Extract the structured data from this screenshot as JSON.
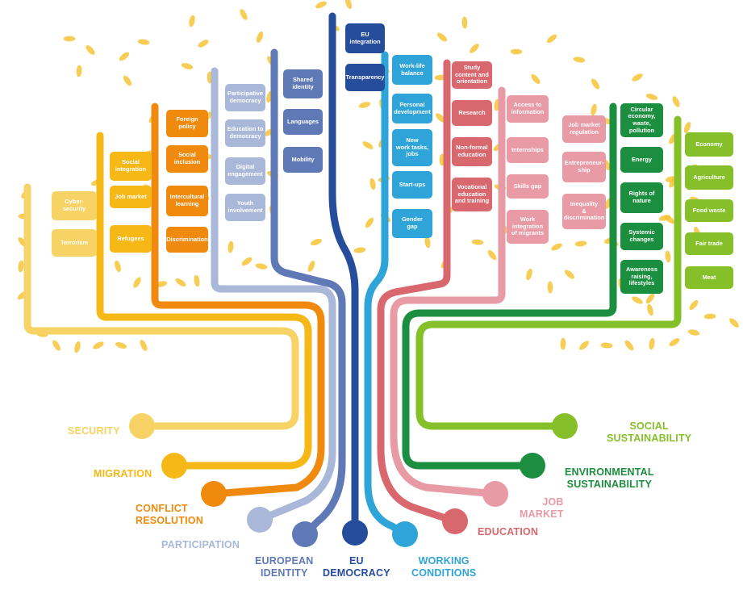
{
  "colors": {
    "security": "#f7d264",
    "migration": "#f6b816",
    "conflict_resolution": "#ef8a0f",
    "participation": "#a9b8d8",
    "european_identity": "#5f78b6",
    "eu_democracy": "#254d9c",
    "working_conditions": "#2ea4d8",
    "education": "#d9676e",
    "job_market": "#e89aa5",
    "environmental_sustainability": "#1c8e3f",
    "social_sustainability": "#85bf2a",
    "leaf": "#f6c12b"
  },
  "topics": [
    {
      "id": "security",
      "root_label": "SECURITY",
      "items": [
        "Cyber-\nsecurity",
        "Terrorism"
      ]
    },
    {
      "id": "migration",
      "root_label": "MIGRATION",
      "items": [
        "Social\nintegration",
        "Job market",
        "Refugees"
      ]
    },
    {
      "id": "conflict_resolution",
      "root_label": "CONFLICT\nRESOLUTION",
      "items": [
        "Foreign\npolicy",
        "Social\ninclusion",
        "Intercultural\nlearning",
        "Discrimination"
      ]
    },
    {
      "id": "participation",
      "root_label": "PARTICIPATION",
      "items": [
        "Participative\ndemocracy",
        "Education to\ndemocracy",
        "Digital\nengagement",
        "Youth\ninvolvement"
      ]
    },
    {
      "id": "european_identity",
      "root_label": "EUROPEAN\nIDENTITY",
      "items": [
        "Shared\nidentity",
        "Languages",
        "Mobility"
      ]
    },
    {
      "id": "eu_democracy",
      "root_label": "EU\nDEMOCRACY",
      "items": [
        "EU\nintegration",
        "Transparency"
      ]
    },
    {
      "id": "working_conditions",
      "root_label": "WORKING\nCONDITIONS",
      "items": [
        "Work-life\nbalance",
        "Personal\ndevelopment",
        "New\nwork tasks,\njobs",
        "Start-ups",
        "Gender\ngap"
      ]
    },
    {
      "id": "education",
      "root_label": "EDUCATION",
      "items": [
        "Study\ncontent  and\norientation",
        "Research",
        "Non-formal\neducation",
        "Vocational\neducation\nand training"
      ]
    },
    {
      "id": "job_market",
      "root_label": "JOB\nMARKET",
      "items": [
        "Access to\ninformation",
        "Internships",
        "Skills gap",
        "Work\nintegration\nof migrants",
        "Job market\nregulation",
        "Entrepreneur-\nship",
        "Inequality\n&\ndiscrimination"
      ]
    },
    {
      "id": "environmental_sustainability",
      "root_label": "ENVIRONMENTAL\nSUSTAINABILITY",
      "items": [
        "Circular\neconomy,\nwaste,\npollution",
        "Energy",
        "Rights of\nnature",
        "Systemic\nchanges",
        "Awareness\nraising,\nlifestyles"
      ]
    },
    {
      "id": "social_sustainability",
      "root_label": "SOCIAL\nSUSTAINABILITY",
      "items": [
        "Economy",
        "Agriculture",
        "Food waste",
        "Fair trade",
        "Meat"
      ]
    }
  ]
}
